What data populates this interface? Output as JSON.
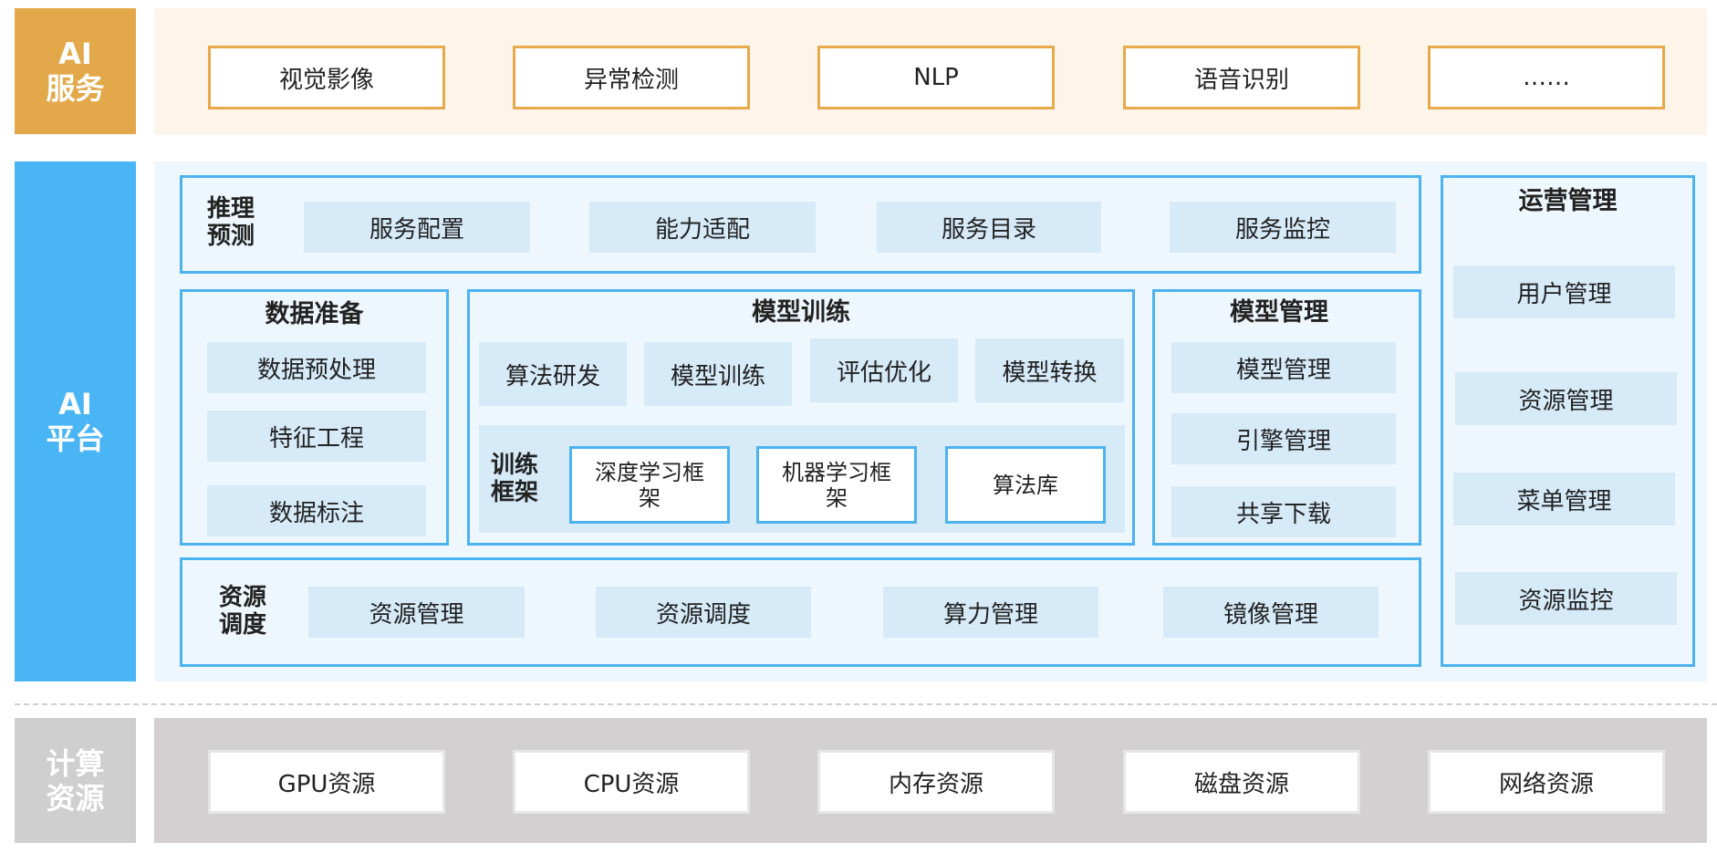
{
  "ai_service": {
    "label": "AI\n服务",
    "items": [
      "视觉影像",
      "异常检测",
      "NLP",
      "语音识别",
      "……"
    ]
  },
  "ai_platform": {
    "label": "AI\n平台",
    "inference": {
      "title": "推理\n预测",
      "items": [
        "服务配置",
        "能力适配",
        "服务目录",
        "服务监控"
      ]
    },
    "data_prep": {
      "title": "数据准备",
      "items": [
        "数据预处理",
        "特征工程",
        "数据标注"
      ]
    },
    "model_training": {
      "title": "模型训练",
      "items": [
        "算法研发",
        "模型训练",
        "评估优化",
        "模型转换"
      ],
      "framework": {
        "title": "训练\n框架",
        "items": [
          "深度学习框\n架",
          "机器学习框\n架",
          "算法库"
        ]
      }
    },
    "model_mgmt": {
      "title": "模型管理",
      "items": [
        "模型管理",
        "引擎管理",
        "共享下载"
      ]
    },
    "resource_sched": {
      "title": "资源\n调度",
      "items": [
        "资源管理",
        "资源调度",
        "算力管理",
        "镜像管理"
      ]
    },
    "ops_mgmt": {
      "title": "运营管理",
      "items": [
        "用户管理",
        "资源管理",
        "菜单管理",
        "资源监控"
      ]
    }
  },
  "compute": {
    "label": "计算\n资源",
    "items": [
      "GPU资源",
      "CPU资源",
      "内存资源",
      "磁盘资源",
      "网络资源"
    ]
  },
  "colors": {
    "service_accent": "#e3a84a",
    "service_bg": "#fdf4ea",
    "platform_accent": "#4ab5f5",
    "platform_bg": "#eef7fd",
    "frame": "#4db3f0",
    "cell": "#d6eaf8",
    "compute_accent": "#cfcfcf",
    "compute_bg": "#d2d0d0"
  }
}
